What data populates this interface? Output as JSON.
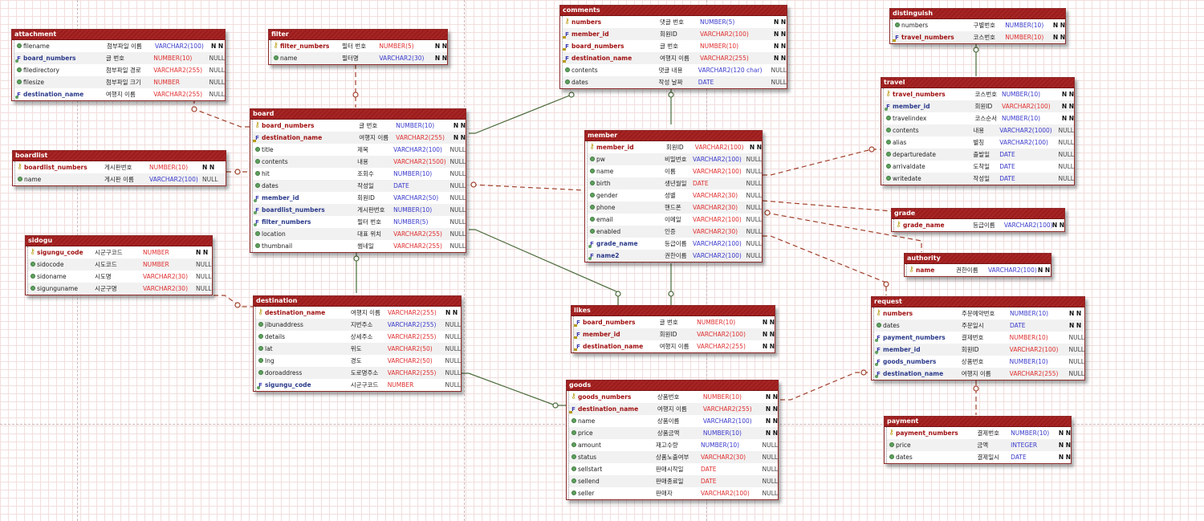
{
  "diagram": {
    "title": "ERD",
    "colors": {
      "header": "#9b1c1c",
      "pk_name": "#a01010",
      "fk_name": "#2a3a8a",
      "type_blue": "#3a3acc",
      "type_red": "#e03030",
      "identifying_line": "#4a6a3a",
      "non_identifying_line": "#a0402a"
    }
  },
  "entities": {
    "attachment": {
      "title": "attachment",
      "columns": [
        {
          "icon": "attr",
          "name": "filename",
          "logical": "첨부파일 이름",
          "type": "VARCHAR2(100)",
          "type_color": "blue",
          "null": "N N"
        },
        {
          "icon": "fk",
          "name": "board_numbers",
          "logical": "글 번호",
          "type": "NUMBER(10)",
          "type_color": "red",
          "null": "NULL"
        },
        {
          "icon": "attr",
          "name": "filedirectory",
          "logical": "첨부파일 경로",
          "type": "VARCHAR2(255)",
          "type_color": "red",
          "null": "NULL"
        },
        {
          "icon": "attr",
          "name": "filesize",
          "logical": "첨부파일 크기",
          "type": "NUMBER",
          "type_color": "red",
          "null": "NULL"
        },
        {
          "icon": "fk",
          "name": "destination_name",
          "logical": "여행지 이름",
          "type": "VARCHAR2(255)",
          "type_color": "red",
          "null": "NULL"
        }
      ]
    },
    "filter": {
      "title": "filter",
      "columns": [
        {
          "icon": "pk",
          "name": "filter_numbers",
          "logical": "필터 번호",
          "type": "NUMBER(5)",
          "type_color": "red",
          "null": "N N"
        },
        {
          "icon": "attr",
          "name": "name",
          "logical": "필터명",
          "type": "VARCHAR2(30)",
          "type_color": "blue",
          "null": "N N"
        }
      ]
    },
    "comments": {
      "title": "comments",
      "columns": [
        {
          "icon": "pk",
          "name": "numbers",
          "logical": "댓글 번호",
          "type": "NUMBER(5)",
          "type_color": "blue",
          "null": "N N"
        },
        {
          "icon": "pfk",
          "name": "member_id",
          "logical": "회원ID",
          "type": "VARCHAR2(100)",
          "type_color": "red",
          "null": "N N"
        },
        {
          "icon": "pfk",
          "name": "board_numbers",
          "logical": "글 번호",
          "type": "NUMBER(10)",
          "type_color": "red",
          "null": "N N"
        },
        {
          "icon": "pfk",
          "name": "destination_name",
          "logical": "여행지 이름",
          "type": "VARCHAR2(255)",
          "type_color": "red",
          "null": "N N"
        },
        {
          "icon": "attr",
          "name": "contents",
          "logical": "댓글 내용",
          "type": "VARCHAR2(120 char)",
          "type_color": "blue",
          "null": "NULL"
        },
        {
          "icon": "attr",
          "name": "dates",
          "logical": "작성 날짜",
          "type": "DATE",
          "type_color": "blue",
          "null": "NULL"
        }
      ]
    },
    "distinguish": {
      "title": "distinguish",
      "columns": [
        {
          "icon": "attr",
          "name": "numbers",
          "logical": "구별번호",
          "type": "NUMBER(10)",
          "type_color": "blue",
          "null": "N N"
        },
        {
          "icon": "pfk",
          "name": "travel_numbers",
          "logical": "코스번호",
          "type": "NUMBER(10)",
          "type_color": "red",
          "null": "N N"
        }
      ]
    },
    "travel": {
      "title": "travel",
      "columns": [
        {
          "icon": "pk",
          "name": "travel_numbers",
          "logical": "코스번호",
          "type": "NUMBER(10)",
          "type_color": "blue",
          "null": "N N"
        },
        {
          "icon": "fk",
          "name": "member_id",
          "logical": "회원ID",
          "type": "VARCHAR2(100)",
          "type_color": "red",
          "null": "N N"
        },
        {
          "icon": "attr",
          "name": "travelindex",
          "logical": "코스순서",
          "type": "NUMBER(10)",
          "type_color": "blue",
          "null": "N N"
        },
        {
          "icon": "attr",
          "name": "contents",
          "logical": "내용",
          "type": "VARCHAR2(1000)",
          "type_color": "blue",
          "null": "NULL"
        },
        {
          "icon": "attr",
          "name": "alias",
          "logical": "별칭",
          "type": "VARCHAR2(100)",
          "type_color": "blue",
          "null": "NULL"
        },
        {
          "icon": "attr",
          "name": "departuredate",
          "logical": "출발일",
          "type": "DATE",
          "type_color": "blue",
          "null": "NULL"
        },
        {
          "icon": "attr",
          "name": "arrivaldate",
          "logical": "도착일",
          "type": "DATE",
          "type_color": "blue",
          "null": "NULL"
        },
        {
          "icon": "attr",
          "name": "writedate",
          "logical": "작성일",
          "type": "DATE",
          "type_color": "blue",
          "null": "NULL"
        }
      ]
    },
    "board": {
      "title": "board",
      "columns": [
        {
          "icon": "pk",
          "name": "board_numbers",
          "logical": "글 번호",
          "type": "NUMBER(10)",
          "type_color": "blue",
          "null": "N N"
        },
        {
          "icon": "pfk",
          "name": "destination_name",
          "logical": "여행지 이름",
          "type": "VARCHAR2(255)",
          "type_color": "red",
          "null": "N N"
        },
        {
          "icon": "attr",
          "name": "title",
          "logical": "제목",
          "type": "VARCHAR2(100)",
          "type_color": "blue",
          "null": "NULL"
        },
        {
          "icon": "attr",
          "name": "contents",
          "logical": "내용",
          "type": "VARCHAR2(1500)",
          "type_color": "red",
          "null": "NULL"
        },
        {
          "icon": "attr",
          "name": "hit",
          "logical": "조회수",
          "type": "NUMBER(10)",
          "type_color": "blue",
          "null": "NULL"
        },
        {
          "icon": "attr",
          "name": "dates",
          "logical": "작성일",
          "type": "DATE",
          "type_color": "blue",
          "null": "NULL"
        },
        {
          "icon": "fk",
          "name": "member_id",
          "logical": "회원ID",
          "type": "VARCHAR2(50)",
          "type_color": "blue",
          "null": "NULL"
        },
        {
          "icon": "fk",
          "name": "boardlist_numbers",
          "logical": "게시판번호",
          "type": "NUMBER(10)",
          "type_color": "blue",
          "null": "NULL"
        },
        {
          "icon": "fk",
          "name": "filter_numbers",
          "logical": "필터 번호",
          "type": "NUMBER(5)",
          "type_color": "blue",
          "null": "NULL"
        },
        {
          "icon": "attr",
          "name": "location",
          "logical": "대표 위치",
          "type": "VARCHAR2(255)",
          "type_color": "red",
          "null": "NULL"
        },
        {
          "icon": "attr",
          "name": "thumbnail",
          "logical": "썸네일",
          "type": "VARCHAR2(255)",
          "type_color": "red",
          "null": "NULL"
        }
      ]
    },
    "boardlist": {
      "title": "boardlist",
      "columns": [
        {
          "icon": "pk",
          "name": "boardlist_numbers",
          "logical": "게시판번호",
          "type": "NUMBER(10)",
          "type_color": "red",
          "null": "N N"
        },
        {
          "icon": "attr",
          "name": "name",
          "logical": "게시판 이름",
          "type": "VARCHAR2(100)",
          "type_color": "blue",
          "null": "NULL"
        }
      ]
    },
    "sidogu": {
      "title": "sidogu",
      "columns": [
        {
          "icon": "pk",
          "name": "sigungu_code",
          "logical": "시군구코드",
          "type": "NUMBER",
          "type_color": "red",
          "null": "N N"
        },
        {
          "icon": "attr",
          "name": "sidocode",
          "logical": "시도코드",
          "type": "NUMBER",
          "type_color": "red",
          "null": "NULL"
        },
        {
          "icon": "attr",
          "name": "sidoname",
          "logical": "시도명",
          "type": "VARCHAR2(30)",
          "type_color": "red",
          "null": "NULL"
        },
        {
          "icon": "attr",
          "name": "sigunguname",
          "logical": "시군구명",
          "type": "VARCHAR2(30)",
          "type_color": "red",
          "null": "NULL"
        }
      ]
    },
    "destination": {
      "title": "destination",
      "columns": [
        {
          "icon": "pk",
          "name": "destination_name",
          "logical": "여행지 이름",
          "type": "VARCHAR2(255)",
          "type_color": "red",
          "null": "N N"
        },
        {
          "icon": "attr",
          "name": "jibunaddress",
          "logical": "지번주소",
          "type": "VARCHAR2(255)",
          "type_color": "blue",
          "null": "NULL"
        },
        {
          "icon": "attr",
          "name": "details",
          "logical": "상세주소",
          "type": "VARCHAR2(255)",
          "type_color": "red",
          "null": "NULL"
        },
        {
          "icon": "attr",
          "name": "lat",
          "logical": "위도",
          "type": "VARCHAR2(50)",
          "type_color": "red",
          "null": "NULL"
        },
        {
          "icon": "attr",
          "name": "lng",
          "logical": "경도",
          "type": "VARCHAR2(50)",
          "type_color": "red",
          "null": "NULL"
        },
        {
          "icon": "attr",
          "name": "doroaddress",
          "logical": "도로명주소",
          "type": "VARCHAR2(255)",
          "type_color": "red",
          "null": "NULL"
        },
        {
          "icon": "fk",
          "name": "sigungu_code",
          "logical": "시군구코드",
          "type": "NUMBER",
          "type_color": "red",
          "null": "NULL"
        }
      ]
    },
    "member": {
      "title": "member",
      "columns": [
        {
          "icon": "pk",
          "name": "member_id",
          "logical": "회원ID",
          "type": "VARCHAR2(100)",
          "type_color": "red",
          "null": "N N"
        },
        {
          "icon": "attr",
          "name": "pw",
          "logical": "비밀번호",
          "type": "VARCHAR2(100)",
          "type_color": "blue",
          "null": "NULL"
        },
        {
          "icon": "attr",
          "name": "name",
          "logical": "이름",
          "type": "VARCHAR2(100)",
          "type_color": "red",
          "null": "NULL"
        },
        {
          "icon": "attr",
          "name": "birth",
          "logical": "생년월일",
          "type": "DATE",
          "type_color": "red",
          "null": "NULL"
        },
        {
          "icon": "attr",
          "name": "gender",
          "logical": "성별",
          "type": "VARCHAR2(30)",
          "type_color": "red",
          "null": "NULL"
        },
        {
          "icon": "attr",
          "name": "phone",
          "logical": "핸드폰",
          "type": "VARCHAR2(30)",
          "type_color": "red",
          "null": "NULL"
        },
        {
          "icon": "attr",
          "name": "email",
          "logical": "이메일",
          "type": "VARCHAR2(100)",
          "type_color": "red",
          "null": "NULL"
        },
        {
          "icon": "attr",
          "name": "enabled",
          "logical": "인증",
          "type": "VARCHAR2(30)",
          "type_color": "red",
          "null": "NULL"
        },
        {
          "icon": "fk",
          "name": "grade_name",
          "logical": "등급이름",
          "type": "VARCHAR2(100)",
          "type_color": "blue",
          "null": "NULL"
        },
        {
          "icon": "fk",
          "name": "name2",
          "logical": "권한이름",
          "type": "VARCHAR2(100)",
          "type_color": "blue",
          "null": "NULL"
        }
      ]
    },
    "grade": {
      "title": "grade",
      "columns": [
        {
          "icon": "pk",
          "name": "grade_name",
          "logical": "등급이름",
          "type": "VARCHAR2(100)",
          "type_color": "blue",
          "null": "N N"
        }
      ]
    },
    "authority": {
      "title": "authority",
      "columns": [
        {
          "icon": "pk",
          "name": "name",
          "logical": "권한이름",
          "type": "VARCHAR2(100)",
          "type_color": "blue",
          "null": "N N"
        }
      ]
    },
    "likes": {
      "title": "likes",
      "columns": [
        {
          "icon": "pfk",
          "name": "board_numbers",
          "logical": "글 번호",
          "type": "NUMBER(10)",
          "type_color": "red",
          "null": "N N"
        },
        {
          "icon": "pfk",
          "name": "member_id",
          "logical": "회원ID",
          "type": "VARCHAR2(100)",
          "type_color": "red",
          "null": "N N"
        },
        {
          "icon": "pfk",
          "name": "destination_name",
          "logical": "여행지 이름",
          "type": "VARCHAR2(255)",
          "type_color": "red",
          "null": "N N"
        }
      ]
    },
    "request": {
      "title": "request",
      "columns": [
        {
          "icon": "pk",
          "name": "numbers",
          "logical": "주문예약번호",
          "type": "NUMBER(10)",
          "type_color": "blue",
          "null": "N N"
        },
        {
          "icon": "attr",
          "name": "dates",
          "logical": "주문일시",
          "type": "DATE",
          "type_color": "blue",
          "null": "N N"
        },
        {
          "icon": "fk",
          "name": "payment_numbers",
          "logical": "결제번호",
          "type": "NUMBER(10)",
          "type_color": "red",
          "null": "NULL"
        },
        {
          "icon": "fk",
          "name": "member_id",
          "logical": "회원ID",
          "type": "VARCHAR2(100)",
          "type_color": "red",
          "null": "NULL"
        },
        {
          "icon": "fk",
          "name": "goods_numbers",
          "logical": "상품번호",
          "type": "NUMBER(10)",
          "type_color": "blue",
          "null": "NULL"
        },
        {
          "icon": "fk",
          "name": "destination_name",
          "logical": "여행지 이름",
          "type": "VARCHAR2(255)",
          "type_color": "red",
          "null": "NULL"
        }
      ]
    },
    "goods": {
      "title": "goods",
      "columns": [
        {
          "icon": "pk",
          "name": "goods_numbers",
          "logical": "상품번호",
          "type": "NUMBER(10)",
          "type_color": "red",
          "null": "N N"
        },
        {
          "icon": "pfk",
          "name": "destination_name",
          "logical": "여행지 이름",
          "type": "VARCHAR2(255)",
          "type_color": "red",
          "null": "N N"
        },
        {
          "icon": "attr",
          "name": "name",
          "logical": "상품이름",
          "type": "VARCHAR2(100)",
          "type_color": "blue",
          "null": "N N"
        },
        {
          "icon": "attr",
          "name": "price",
          "logical": "상품금액",
          "type": "NUMBER(10)",
          "type_color": "blue",
          "null": "N N"
        },
        {
          "icon": "attr",
          "name": "amount",
          "logical": "재고수량",
          "type": "NUMBER(10)",
          "type_color": "blue",
          "null": "NULL"
        },
        {
          "icon": "attr",
          "name": "status",
          "logical": "상품노출여부",
          "type": "VARCHAR2(30)",
          "type_color": "red",
          "null": "NULL"
        },
        {
          "icon": "attr",
          "name": "sellstart",
          "logical": "판매시작일",
          "type": "DATE",
          "type_color": "red",
          "null": "NULL"
        },
        {
          "icon": "attr",
          "name": "sellend",
          "logical": "판매종료일",
          "type": "DATE",
          "type_color": "red",
          "null": "NULL"
        },
        {
          "icon": "attr",
          "name": "seller",
          "logical": "판매자",
          "type": "VARCHAR2(100)",
          "type_color": "red",
          "null": "NULL"
        }
      ]
    },
    "payment": {
      "title": "payment",
      "columns": [
        {
          "icon": "pk",
          "name": "payment_numbers",
          "logical": "결제번호",
          "type": "NUMBER(10)",
          "type_color": "blue",
          "null": "N N"
        },
        {
          "icon": "attr",
          "name": "price",
          "logical": "금액",
          "type": "INTEGER",
          "type_color": "blue",
          "null": "N N"
        },
        {
          "icon": "attr",
          "name": "dates",
          "logical": "결제일시",
          "type": "DATE",
          "type_color": "blue",
          "null": "N N"
        }
      ]
    }
  },
  "relationships": [
    {
      "from": "board",
      "to": "attachment",
      "kind": "non-identifying"
    },
    {
      "from": "filter",
      "to": "board",
      "kind": "non-identifying"
    },
    {
      "from": "boardlist",
      "to": "board",
      "kind": "non-identifying"
    },
    {
      "from": "board",
      "to": "comments",
      "kind": "identifying"
    },
    {
      "from": "member",
      "to": "comments",
      "kind": "identifying"
    },
    {
      "from": "member",
      "to": "board",
      "kind": "non-identifying"
    },
    {
      "from": "destination",
      "to": "board",
      "kind": "identifying"
    },
    {
      "from": "sidogu",
      "to": "destination",
      "kind": "non-identifying"
    },
    {
      "from": "travel",
      "to": "distinguish",
      "kind": "identifying"
    },
    {
      "from": "member",
      "to": "travel",
      "kind": "non-identifying"
    },
    {
      "from": "grade",
      "to": "member",
      "kind": "non-identifying"
    },
    {
      "from": "authority",
      "to": "member",
      "kind": "non-identifying"
    },
    {
      "from": "member",
      "to": "request",
      "kind": "non-identifying"
    },
    {
      "from": "board",
      "to": "likes",
      "kind": "identifying"
    },
    {
      "from": "member",
      "to": "likes",
      "kind": "identifying"
    },
    {
      "from": "destination",
      "to": "goods",
      "kind": "identifying"
    },
    {
      "from": "goods",
      "to": "request",
      "kind": "non-identifying"
    },
    {
      "from": "payment",
      "to": "request",
      "kind": "non-identifying"
    }
  ]
}
